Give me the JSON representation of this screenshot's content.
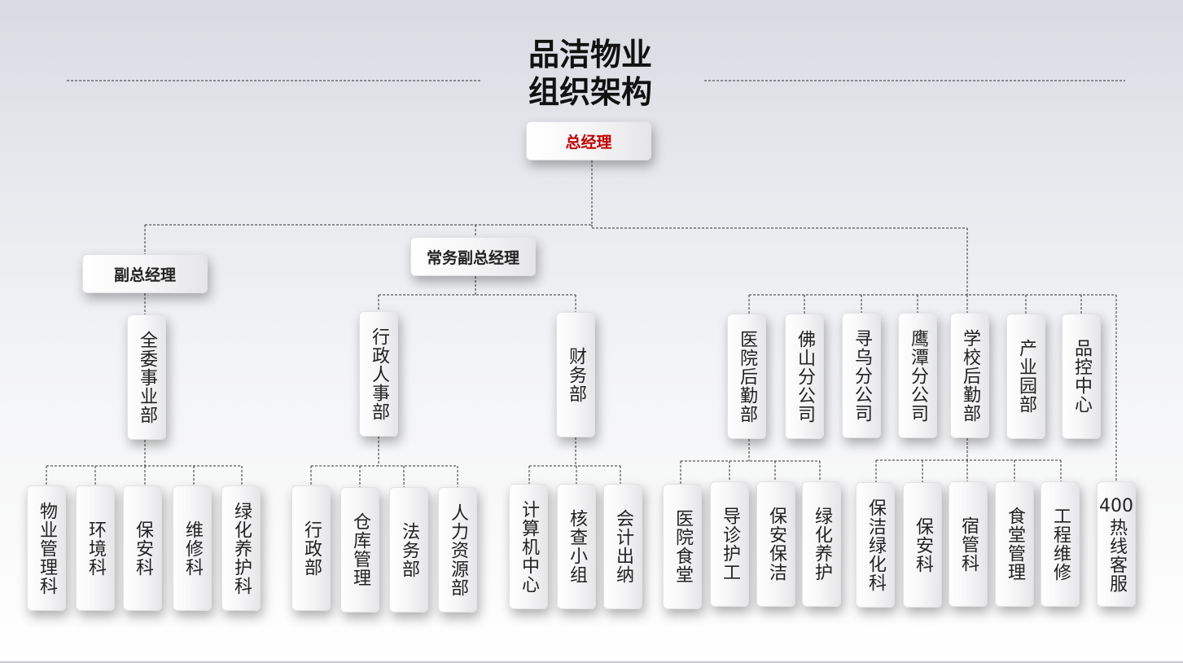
{
  "title": {
    "line1": "品洁物业",
    "line2": "组织架构"
  },
  "ceo": "总经理",
  "vice_gm": "副总经理",
  "exec_vice_gm": "常务副总经理",
  "left_dept": "全委事业部",
  "left_subs": [
    "物业管理科",
    "环境科",
    "保安科",
    "维修科",
    "绿化养护科"
  ],
  "admin_dept": "行政人事部",
  "admin_subs": [
    "行政部",
    "仓库管理",
    "法务部",
    "人力资源部"
  ],
  "finance_dept": "财务部",
  "finance_subs": [
    "计算机中心",
    "核查小组",
    "会计出纳"
  ],
  "right_units": [
    "医院后勤部",
    "佛山分公司",
    "寻乌分公司",
    "鹰潭分公司",
    "学校后勤部",
    "产业园部",
    "品控中心"
  ],
  "hospital_subs": [
    "医院食堂",
    "导诊护工",
    "保安保洁",
    "绿化养护"
  ],
  "school_subs": [
    "保洁绿化科",
    "保安科",
    "宿管科",
    "食堂管理",
    "工程维修"
  ],
  "hotline": {
    "line1": "400",
    "line2": "热线客服"
  }
}
